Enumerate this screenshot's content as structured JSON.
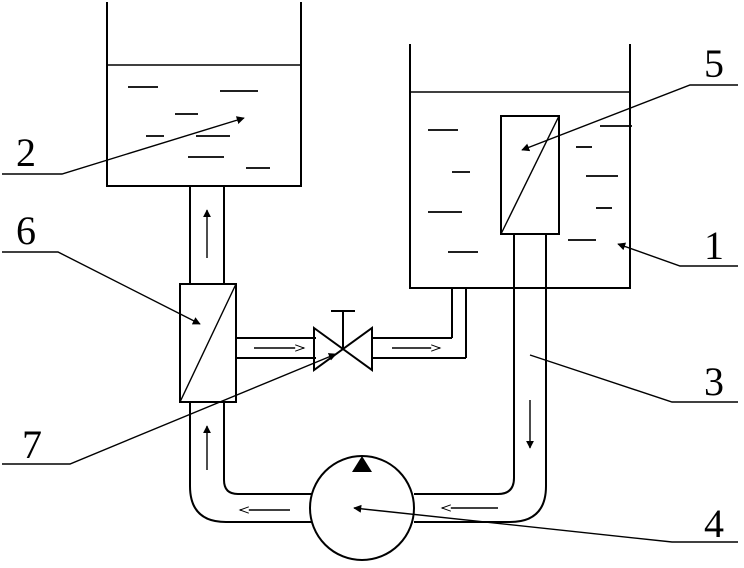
{
  "labels": {
    "tank1": "1",
    "tank2": "2",
    "pipe3": "3",
    "pump4": "4",
    "membrane5": "5",
    "membrane6": "6",
    "valve7": "7"
  }
}
